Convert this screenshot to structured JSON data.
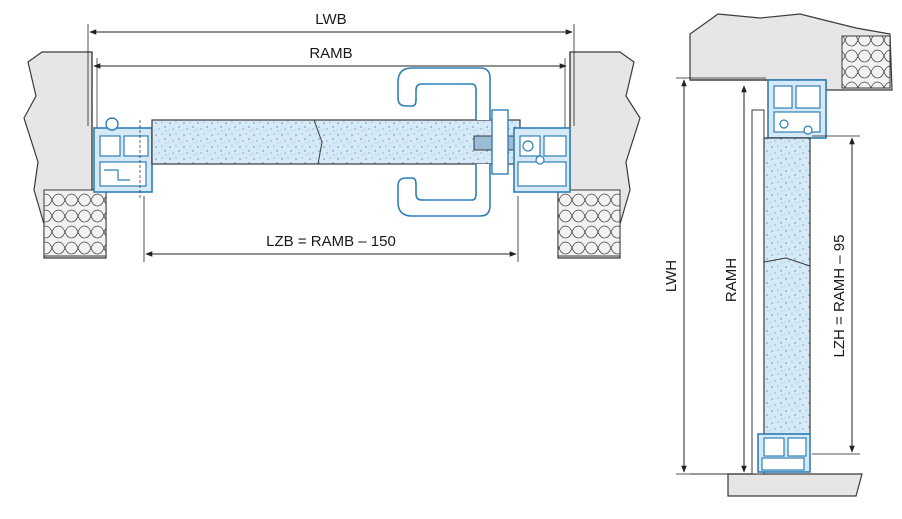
{
  "colors": {
    "wall_fill": "#e6e6e6",
    "outline": "#3a3a3a",
    "profile_blue": "#2f7fb8",
    "profile_light": "#d6e9f7",
    "panel_fill": "#d6e9f7",
    "panel_speckle": "#7aa7c8",
    "dimension_line": "#222222",
    "handle_stroke": "#2f7fb8"
  },
  "horizontal_section": {
    "dimensions": {
      "lwb": "LWB",
      "ramb": "RAMB",
      "lzb": "LZB = RAMB – 150"
    }
  },
  "vertical_section": {
    "dimensions": {
      "lwh": "LWH",
      "ramh": "RAMH",
      "lzh": "LZH = RAMH – 95"
    }
  }
}
